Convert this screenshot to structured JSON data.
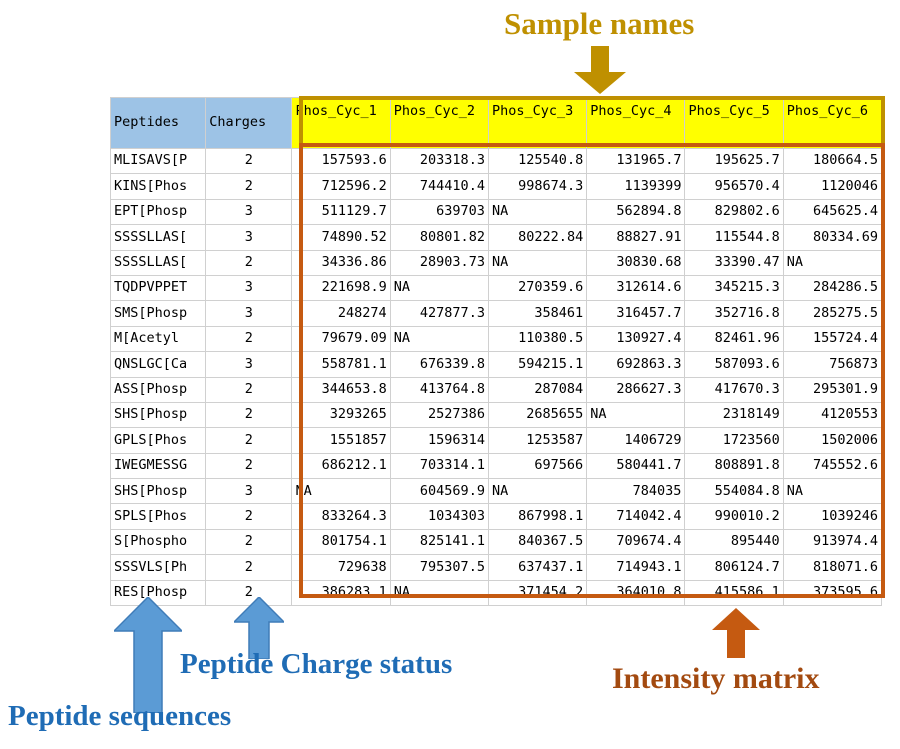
{
  "table": {
    "headers": {
      "peptides": "Peptides",
      "charges": "Charges",
      "samples": [
        "Phos_Cyc_1",
        "Phos_Cyc_2",
        "Phos_Cyc_3",
        "Phos_Cyc_4",
        "Phos_Cyc_5",
        "Phos_Cyc_6"
      ]
    },
    "rows": [
      {
        "peptide": "MLISAVS[P",
        "charge": "2",
        "values": [
          "157593.6",
          "203318.3",
          "125540.8",
          "131965.7",
          "195625.7",
          "180664.5"
        ]
      },
      {
        "peptide": "KINS[Phos",
        "charge": "2",
        "values": [
          "712596.2",
          "744410.4",
          "998674.3",
          "1139399",
          "956570.4",
          "1120046"
        ]
      },
      {
        "peptide": "EPT[Phosp",
        "charge": "3",
        "values": [
          "511129.7",
          "639703",
          "NA",
          "562894.8",
          "829802.6",
          "645625.4"
        ]
      },
      {
        "peptide": "SSSSLLAS[",
        "charge": "3",
        "values": [
          "74890.52",
          "80801.82",
          "80222.84",
          "88827.91",
          "115544.8",
          "80334.69"
        ]
      },
      {
        "peptide": "SSSSLLAS[",
        "charge": "2",
        "values": [
          "34336.86",
          "28903.73",
          "NA",
          "30830.68",
          "33390.47",
          "NA"
        ]
      },
      {
        "peptide": "TQDPVPPET",
        "charge": "3",
        "values": [
          "221698.9",
          "NA",
          "270359.6",
          "312614.6",
          "345215.3",
          "284286.5"
        ]
      },
      {
        "peptide": "SMS[Phosp",
        "charge": "3",
        "values": [
          "248274",
          "427877.3",
          "358461",
          "316457.7",
          "352716.8",
          "285275.5"
        ]
      },
      {
        "peptide": "M[Acetyl",
        "charge": "2",
        "values": [
          "79679.09",
          "NA",
          "110380.5",
          "130927.4",
          "82461.96",
          "155724.4"
        ]
      },
      {
        "peptide": "QNSLGC[Ca",
        "charge": "3",
        "values": [
          "558781.1",
          "676339.8",
          "594215.1",
          "692863.3",
          "587093.6",
          "756873"
        ]
      },
      {
        "peptide": "ASS[Phosp",
        "charge": "2",
        "values": [
          "344653.8",
          "413764.8",
          "287084",
          "286627.3",
          "417670.3",
          "295301.9"
        ]
      },
      {
        "peptide": "SHS[Phosp",
        "charge": "2",
        "values": [
          "3293265",
          "2527386",
          "2685655",
          "NA",
          "2318149",
          "4120553"
        ]
      },
      {
        "peptide": "GPLS[Phos",
        "charge": "2",
        "values": [
          "1551857",
          "1596314",
          "1253587",
          "1406729",
          "1723560",
          "1502006"
        ]
      },
      {
        "peptide": "IWEGMESSG",
        "charge": "2",
        "values": [
          "686212.1",
          "703314.1",
          "697566",
          "580441.7",
          "808891.8",
          "745552.6"
        ]
      },
      {
        "peptide": "SHS[Phosp",
        "charge": "3",
        "values": [
          "NA",
          "604569.9",
          "NA",
          "784035",
          "554084.8",
          "NA"
        ]
      },
      {
        "peptide": "SPLS[Phos",
        "charge": "2",
        "values": [
          "833264.3",
          "1034303",
          "867998.1",
          "714042.4",
          "990010.2",
          "1039246"
        ]
      },
      {
        "peptide": "S[Phospho",
        "charge": "2",
        "values": [
          "801754.1",
          "825141.1",
          "840367.5",
          "709674.4",
          "895440",
          "913974.4"
        ]
      },
      {
        "peptide": "SSSVLS[Ph",
        "charge": "2",
        "values": [
          "729638",
          "795307.5",
          "637437.1",
          "714943.1",
          "806124.7",
          "818071.6"
        ]
      },
      {
        "peptide": "RES[Phosp",
        "charge": "2",
        "values": [
          "386283.1",
          "NA",
          "371454.2",
          "364010.8",
          "415586.1",
          "373595.6"
        ]
      }
    ]
  },
  "annotations": {
    "sample_names": "Sample names",
    "intensity_matrix": "Intensity matrix",
    "peptide_charge_status": "Peptide Charge status",
    "peptide_sequences": "Peptide sequences"
  },
  "colors": {
    "gold": "#BF9000",
    "orange": "#C55A11",
    "blue": "#5B9BD5",
    "label_blue": "#1F6CB5",
    "header_blue": "#9DC3E6",
    "header_yellow": "#FFFF00"
  }
}
